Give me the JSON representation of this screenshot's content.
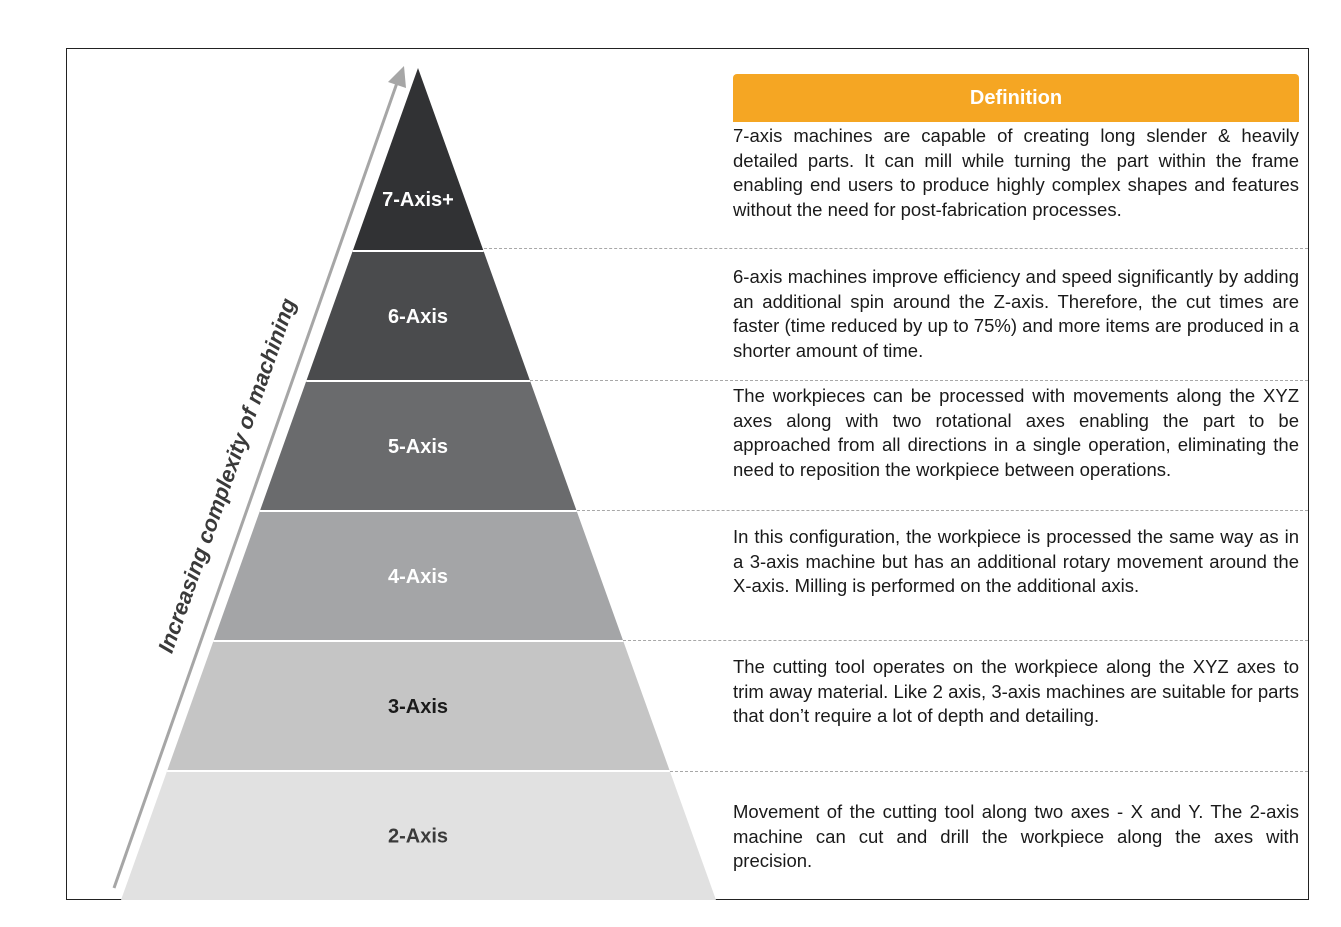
{
  "diagram": {
    "arrow_label": "Increasing complexity of machining",
    "header_title": "Definition",
    "colors": {
      "header": "#f5a623",
      "levels": [
        "#313234",
        "#4a4b4d",
        "#6a6b6d",
        "#a4a5a7",
        "#c5c5c5",
        "#e1e1e1"
      ],
      "label_colors": [
        "#ffffff",
        "#ffffff",
        "#ffffff",
        "#ffffff",
        "#1a1a1a",
        "#3a3a3a"
      ]
    },
    "levels": [
      {
        "label": "7-Axis+",
        "description": "7-axis machines are capable of  creating long slender & heavily detailed parts. It can mill while turning the part within the frame enabling end users to produce highly complex shapes and features without the need for post-fabrication processes."
      },
      {
        "label": "6-Axis",
        "description": "6-axis machines improve efficiency and speed significantly by adding an additional spin around the Z-axis. Therefore, the cut times are faster (time reduced by up to 75%) and more items are produced in a shorter amount of time."
      },
      {
        "label": "5-Axis",
        "description": "The workpieces can be processed with movements along the XYZ axes along with two rotational axes enabling the part to be approached from all directions in a single operation, eliminating the need to reposition the workpiece between operations."
      },
      {
        "label": "4-Axis",
        "description": "In this configuration, the workpiece is processed the same way as in a 3-axis machine but has an additional rotary movement around the X-axis. Milling is performed on the additional axis."
      },
      {
        "label": "3-Axis",
        "description": "The cutting tool operates on the workpiece along the XYZ axes to trim away material. Like 2 axis, 3-axis machines are suitable for parts that don’t require a lot of depth and detailing."
      },
      {
        "label": "2-Axis",
        "description": "Movement of the cutting tool along two axes - X and Y. The 2-axis machine can cut and drill the workpiece along the axes with precision."
      }
    ]
  }
}
